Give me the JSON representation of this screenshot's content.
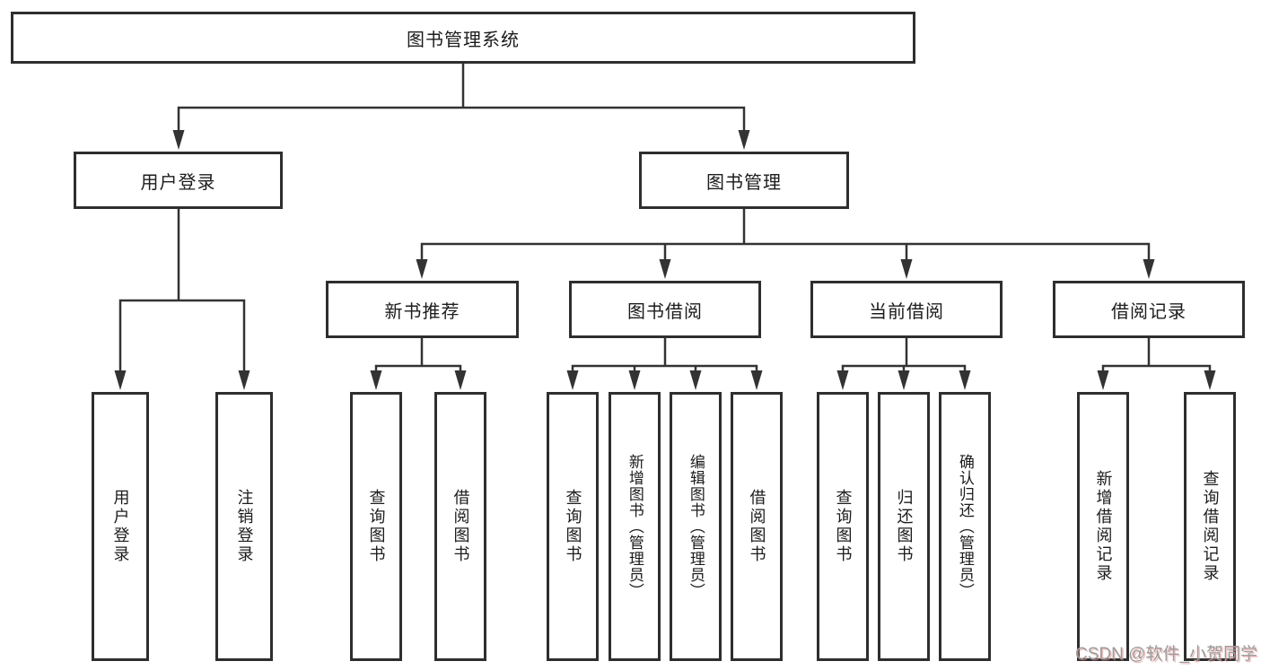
{
  "diagram": {
    "root": {
      "label": "图书管理系统"
    },
    "level2": [
      {
        "label": "用户登录",
        "children": [
          "用户登录",
          "注销登录"
        ]
      },
      {
        "label": "图书管理"
      }
    ],
    "level3": [
      {
        "label": "新书推荐",
        "children": [
          "查询图书",
          "借阅图书"
        ]
      },
      {
        "label": "图书借阅",
        "children": [
          "查询图书",
          "新增图书（管理员）",
          "编辑图书（管理员）",
          "借阅图书"
        ]
      },
      {
        "label": "当前借阅",
        "children": [
          "查询图书",
          "归还图书",
          "确认归还（管理员）"
        ]
      },
      {
        "label": "借阅记录",
        "children": [
          "新增借阅记录",
          "查询借阅记录"
        ]
      }
    ]
  },
  "watermark": {
    "text": "CSDN @软件_小贺同学"
  },
  "colors": {
    "background": "#ffffff",
    "line": "#333333",
    "box_border": "#2e2e2e",
    "text": "#1c1c1c",
    "watermark_text": "#9c9c9c",
    "watermark_shadow": "#e48c8c"
  }
}
